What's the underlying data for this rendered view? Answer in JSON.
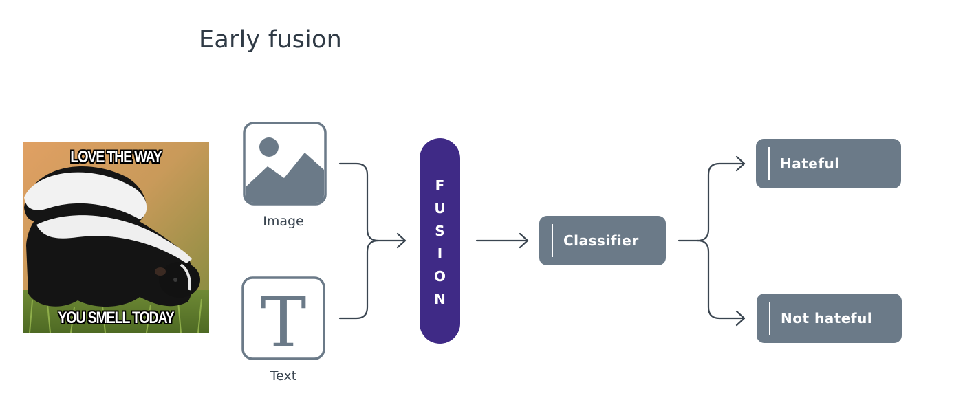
{
  "title": "Early fusion",
  "meme": {
    "top_text": "LOVE THE WAY",
    "bottom_text": "YOU SMELL TODAY"
  },
  "inputs": {
    "image": {
      "label": "Image",
      "icon": "image-icon"
    },
    "text": {
      "label": "Text",
      "icon": "text-icon",
      "glyph": "T"
    }
  },
  "fusion": {
    "letters": [
      "F",
      "U",
      "S",
      "I",
      "O",
      "N"
    ]
  },
  "classifier": {
    "label": "Classifier"
  },
  "outputs": {
    "hateful": {
      "label": "Hateful"
    },
    "not_hateful": {
      "label": "Not hateful"
    }
  },
  "colors": {
    "fusion": "#3f2a86",
    "node": "#6b7a88",
    "icon": "#6b7a88",
    "arrow": "#3a4550",
    "title": "#2f3a45"
  }
}
